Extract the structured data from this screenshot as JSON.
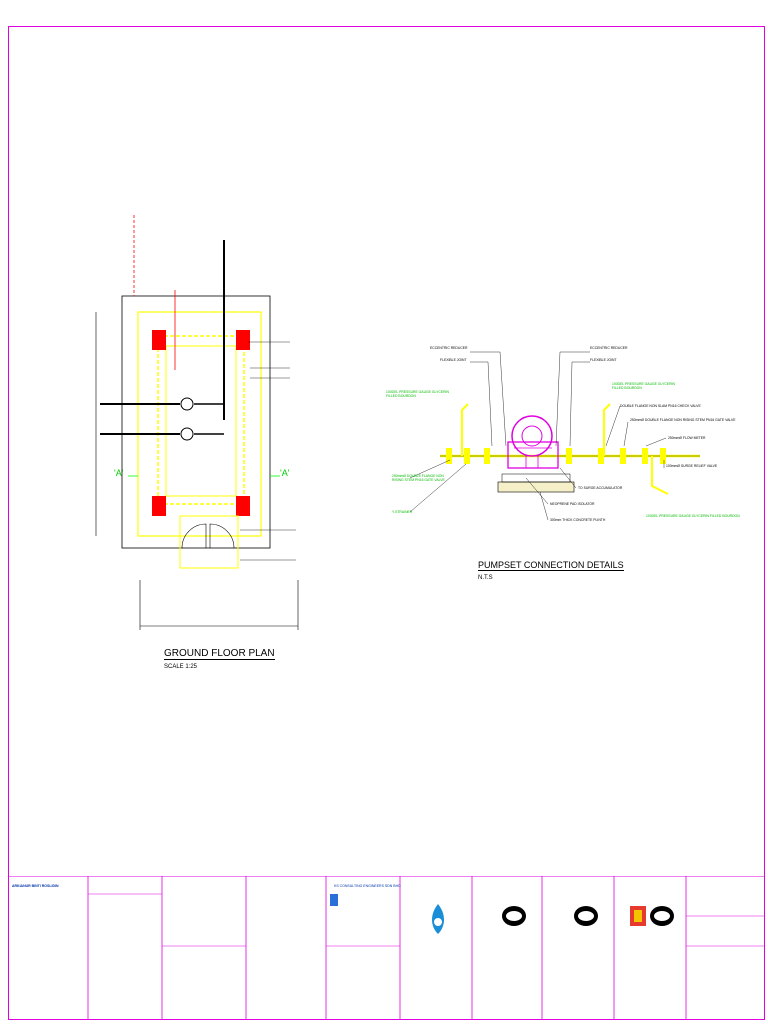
{
  "colors": {
    "frame": "#e000e0",
    "outline": "#ffff00",
    "corner_columns": "#ff0000",
    "labels": "#00ff00",
    "pump": "#e000e0",
    "pipes": "#000000",
    "leaders": "#000000"
  },
  "ground_floor_plan": {
    "title": "GROUND FLOOR PLAN",
    "scale": "SCALE 1:25",
    "section_mark_left": "'A'",
    "section_mark_right": "'A'"
  },
  "pumpset_details": {
    "title": "PUMPSET CONNECTION DETAILS",
    "scale": "N.T.S",
    "labels": {
      "eccentric_reducer_left": "ECCENTRIC REDUCER",
      "flexible_joint_left": "FLEXIBLE JOINT",
      "eccentric_reducer_right": "ECCENTRIC REDUCER",
      "flexible_joint_right": "FLEXIBLE JOINT",
      "gauge_left": "100DEL PRESSURE GAUGE GLYCERIN FILLED BOURDON",
      "gauge_right": "100DEL PRESSURE GAUGE GLYCERIN FILLED BOURDON",
      "check_valve": "DOUBLE FLANGE NON SLAM PN16 CHECK VALVE",
      "gate_valve_right": "250mmØ DOUBLE FLANGE NON RISING STEM PN16 GATE VALVE",
      "flow_meter": "250mmØ FLOW METER",
      "relief_valve": "100mmØ SURGE RELIEF VALVE",
      "accumulator": "TO SURGE ACCUMULATOR",
      "gate_valve_left": "250mmØ DOUBLE FLANGE NON RISING STEM PN16 GATE VALVE",
      "strainer": "Y-STRAINER",
      "rubber_pad": "NEOPRENE PAD ISOLATOR",
      "concrete_plinth": "300mm THICK CONCRETE PLINTH",
      "gauge_bottom": "100DEL PRESSURE GAUGE GLYCERIN FILLED BOURDON"
    }
  },
  "title_block": {
    "cells": [
      {
        "head": "",
        "lines": [
          "ARKIANUR BINTI ROSLIDIN",
          "",
          "",
          "",
          ""
        ]
      },
      {
        "head": "",
        "lines": [
          "",
          ""
        ]
      },
      {
        "head": "",
        "lines": [
          "",
          "",
          ""
        ]
      },
      {
        "head": "",
        "lines": [
          "",
          "",
          ""
        ]
      },
      {
        "head": "",
        "lines": [
          "KS CONSULTING ENGINEERS SDN BHD",
          "",
          ""
        ]
      },
      {
        "head": "",
        "lines": [
          "",
          "",
          ""
        ]
      },
      {
        "head": "",
        "lines": [
          "",
          "",
          ""
        ]
      },
      {
        "head": "",
        "lines": [
          "",
          "",
          ""
        ]
      },
      {
        "head": "",
        "lines": [
          "",
          "",
          ""
        ]
      },
      {
        "head": "",
        "lines": [
          "",
          "",
          ""
        ]
      }
    ]
  }
}
